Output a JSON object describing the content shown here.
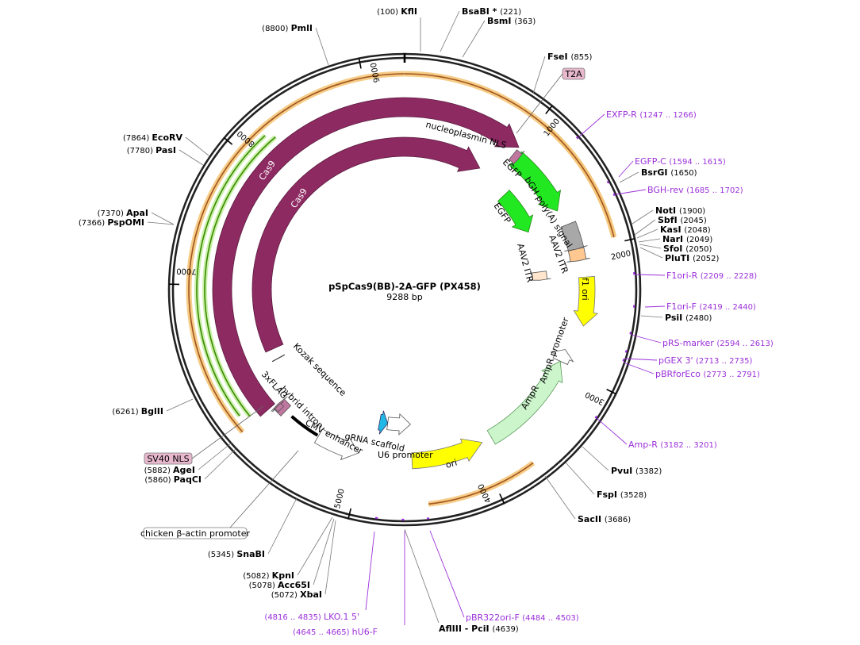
{
  "plasmid": {
    "name": "pSpCas9(BB)-2A-GFP (PX458)",
    "length_label": "9288 bp",
    "length": 9288
  },
  "position_ticks": [
    {
      "label": "1000",
      "pos": 1000
    },
    {
      "label": "2000",
      "pos": 2000
    },
    {
      "label": "3000",
      "pos": 3000
    },
    {
      "label": "4000",
      "pos": 4000
    },
    {
      "label": "5000",
      "pos": 5000
    },
    {
      "label": "7000",
      "pos": 7000
    },
    {
      "label": "8000",
      "pos": 8000
    },
    {
      "label": "9000",
      "pos": 9000
    }
  ],
  "enzymes": [
    {
      "name": "KflI",
      "pos_label": "(100)",
      "pos": 100
    },
    {
      "name": "BsaBI *",
      "pos_label": "(221)",
      "pos": 221
    },
    {
      "name": "BsmI",
      "pos_label": "(363)",
      "pos": 363
    },
    {
      "name": "FseI",
      "pos_label": "(855)",
      "pos": 855
    },
    {
      "name": "BsrGI",
      "pos_label": "(1650)",
      "pos": 1650
    },
    {
      "name": "NotI",
      "pos_label": "(1900)",
      "pos": 1900
    },
    {
      "name": "SbfI",
      "pos_label": "(2045)",
      "pos": 2045
    },
    {
      "name": "KasI",
      "pos_label": "(2048)",
      "pos": 2048
    },
    {
      "name": "NarI",
      "pos_label": "(2049)",
      "pos": 2049
    },
    {
      "name": "SfoI",
      "pos_label": "(2050)",
      "pos": 2050
    },
    {
      "name": "PluTI",
      "pos_label": "(2052)",
      "pos": 2052
    },
    {
      "name": "PsiI",
      "pos_label": "(2480)",
      "pos": 2480
    },
    {
      "name": "PvuI",
      "pos_label": "(3382)",
      "pos": 3382
    },
    {
      "name": "FspI",
      "pos_label": "(3528)",
      "pos": 3528
    },
    {
      "name": "SacII",
      "pos_label": "(3686)",
      "pos": 3686
    },
    {
      "name": "AflIII",
      "name2": "- PciI",
      "pos_label": "(4639)",
      "pos": 4639
    },
    {
      "name": "XbaI",
      "pos_label": "(5072)",
      "pos": 5072
    },
    {
      "name": "Acc65I",
      "pos_label": "(5078)",
      "pos": 5078
    },
    {
      "name": "KpnI",
      "pos_label": "(5082)",
      "pos": 5082
    },
    {
      "name": "SnaBI",
      "pos_label": "(5345)",
      "pos": 5345
    },
    {
      "name": "PaqCI",
      "pos_label": "(5860)",
      "pos": 5860
    },
    {
      "name": "AgeI",
      "pos_label": "(5882)",
      "pos": 5882
    },
    {
      "name": "BglII",
      "pos_label": "(6261)",
      "pos": 6261
    },
    {
      "name": "PspOMI",
      "pos_label": "(7366)",
      "pos": 7366
    },
    {
      "name": "ApaI",
      "pos_label": "(7370)",
      "pos": 7370
    },
    {
      "name": "PasI",
      "pos_label": "(7780)",
      "pos": 7780
    },
    {
      "name": "EcoRV",
      "pos_label": "(7864)",
      "pos": 7864
    },
    {
      "name": "PmlI",
      "pos_label": "(8800)",
      "pos": 8800
    }
  ],
  "primers": [
    {
      "name": "EXFP-R",
      "range": "(1247 .. 1266)",
      "pos": 1256
    },
    {
      "name": "EGFP-C",
      "range": "(1594 .. 1615)",
      "pos": 1604
    },
    {
      "name": "BGH-rev",
      "range": "(1685 .. 1702)",
      "pos": 1693
    },
    {
      "name": "F1ori-R",
      "range": "(2209 .. 2228)",
      "pos": 2218
    },
    {
      "name": "F1ori-F",
      "range": "(2419 .. 2440)",
      "pos": 2430
    },
    {
      "name": "pRS-marker",
      "range": "(2594 .. 2613)",
      "pos": 2603
    },
    {
      "name": "pGEX 3'",
      "range": "(2713 .. 2735)",
      "pos": 2724
    },
    {
      "name": "pBRforEco",
      "range": "(2773 .. 2791)",
      "pos": 2782
    },
    {
      "name": "Amp-R",
      "range": "(3182 .. 3201)",
      "pos": 3191
    },
    {
      "name": "pBR322ori-F",
      "range": "(4484 .. 4503)",
      "pos": 4493
    },
    {
      "name": "hU6-F",
      "range": "(4645 .. 4665)",
      "pos": 4655
    },
    {
      "name": "LKO.1 5'",
      "range": "(4816 .. 4835)",
      "pos": 4825
    }
  ],
  "boxed_labels": [
    {
      "name": "T2A"
    },
    {
      "name": "SV40 NLS"
    },
    {
      "name": "chicken β-actin promoter"
    }
  ],
  "features": [
    {
      "name": "Cas9",
      "start": 5905,
      "end": 1000,
      "strand": 1,
      "color": "#8e2a62",
      "track": "outer"
    },
    {
      "name": "Cas9",
      "start": 6250,
      "end": 820,
      "strand": 1,
      "color": "#8e2a62",
      "track": "inner"
    },
    {
      "name": "nucleoplasmin NLS",
      "color": "#c0779f"
    },
    {
      "name": "EGFP",
      "start": 1010,
      "end": 1760,
      "strand": 1,
      "color": "#22e822",
      "track": "mid"
    },
    {
      "name": "EGFP",
      "start": 1010,
      "end": 1760,
      "strand": 1,
      "color": "#22e822",
      "track": "inner"
    },
    {
      "name": "bGH poly(A) signal",
      "color": "#9a9a9a"
    },
    {
      "name": "AAV2 ITR",
      "color": "#ffc890"
    },
    {
      "name": "AAV2 ITR",
      "color": "#ffe6cc"
    },
    {
      "name": "f1 ori",
      "color": "#ffff00"
    },
    {
      "name": "AmpR promoter",
      "color": "#ffffff"
    },
    {
      "name": "AmpR",
      "color": "#ccf5cc"
    },
    {
      "name": "ori",
      "color": "#ffff00"
    },
    {
      "name": "U6 promoter",
      "color": "#ffffff"
    },
    {
      "name": "gRNA scaffold",
      "color": "#22b8e6"
    },
    {
      "name": "CMV enhancer",
      "color": "#ffffff"
    },
    {
      "name": "hybrid intron",
      "color": "#000000"
    },
    {
      "name": "3xFLAG",
      "color": "#c0779f"
    },
    {
      "name": "Kozak sequence",
      "color": "#000000"
    }
  ],
  "colors": {
    "cas9": "#8e2a62",
    "egfp": "#22e822",
    "ori": "#ffff00",
    "ampr": "#ccf5cc",
    "primer": "#9b30d9",
    "orf_highlight": "#f5c67a",
    "orf_line": "#a0551e",
    "gfp_orf_line": "#3a8a00",
    "boxed_fill": "#e8b8cc"
  }
}
